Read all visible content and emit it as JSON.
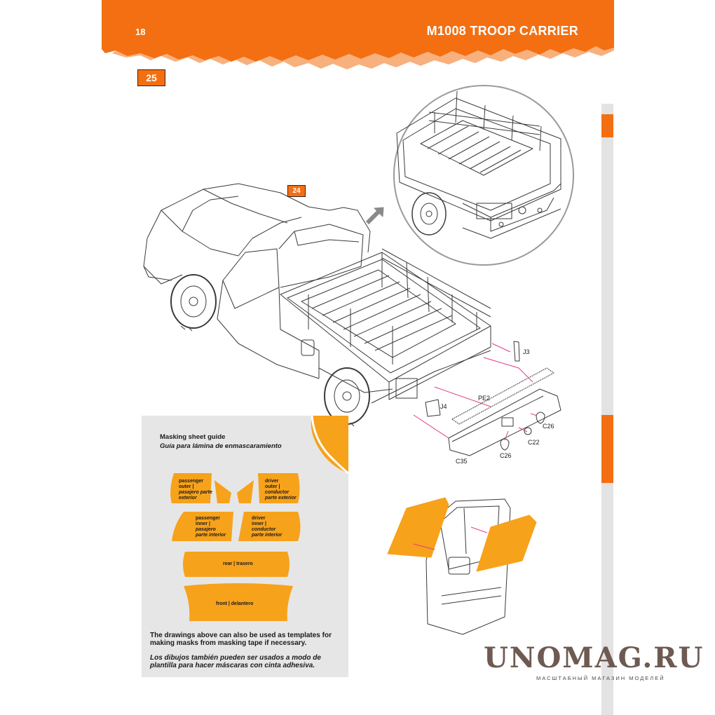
{
  "header": {
    "page_number": "18",
    "title": "M1008 TROOP CARRIER",
    "accent_color": "#f36f12"
  },
  "step": {
    "number": "25",
    "reference_step": "24"
  },
  "parts": {
    "j3": "J3",
    "j4": "J4",
    "pe2": "PE2",
    "c26_right": "C26",
    "c22": "C22",
    "c26_bottom": "C26",
    "c35": "C35"
  },
  "masking_guide": {
    "title": "Masking sheet guide",
    "subtitle": "Guía para lámina de enmascaramiento",
    "masks": {
      "passenger_outer": {
        "line1": "passenger",
        "line2": "outer |",
        "line3": "pasajero parte",
        "line4": "exterior"
      },
      "driver_outer": {
        "line1": "driver",
        "line2": "outer |",
        "line3": "conductor",
        "line4": "parte exterior"
      },
      "passenger_inner": {
        "line1": "passenger",
        "line2": "inner |",
        "line3": "pasajero",
        "line4": "parte interior"
      },
      "driver_inner": {
        "line1": "driver",
        "line2": "inner |",
        "line3": "conductor",
        "line4": "parte interior"
      },
      "rear": "rear | trasero",
      "front": "front | delantero"
    },
    "note_en": "The drawings above can also be used as templates for making masks from masking tape if necessary.",
    "note_es": "Los dibujos también pueden ser usados a modo de plantilla para hacer máscaras con cinta adhesiva."
  },
  "brand": {
    "name": "UNOMAG.RU",
    "tagline": "МАСШТАБНЫЙ МАГАЗИН МОДЕЛЕЙ"
  }
}
